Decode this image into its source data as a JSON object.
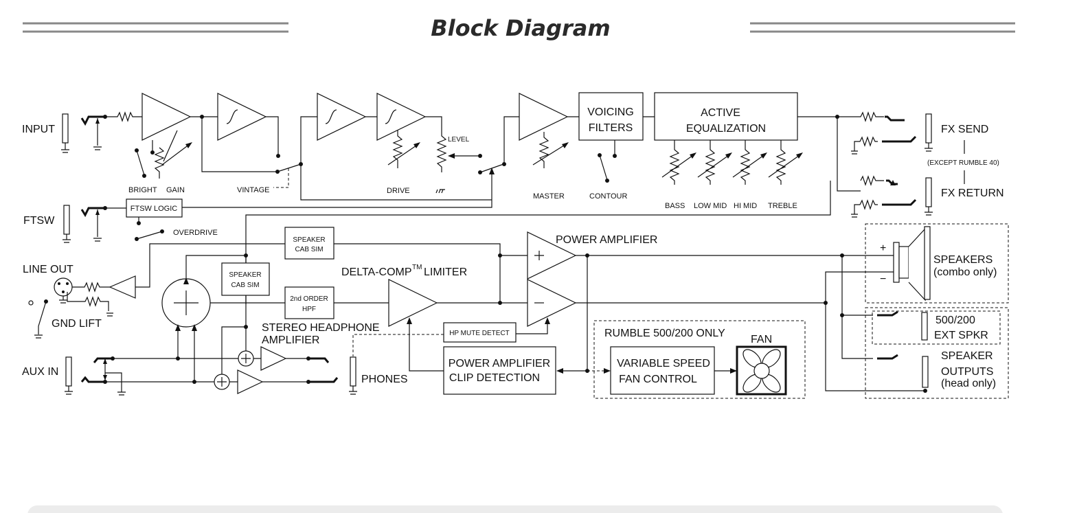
{
  "title": "Block Diagram",
  "jacks": {
    "input": "INPUT",
    "ftsw": "FTSW",
    "line_out": "LINE OUT",
    "gnd_lift": "GND LIFT",
    "aux_in": "AUX IN",
    "fx_send": "FX SEND",
    "fx_note": "(EXCEPT RUMBLE 40)",
    "fx_return": "FX RETURN",
    "phones": "PHONES"
  },
  "controls": {
    "bright": "BRIGHT",
    "gain": "GAIN",
    "vintage": "VINTAGE",
    "drive": "DRIVE",
    "level": "LEVEL",
    "master": "MASTER",
    "contour": "CONTOUR",
    "bass": "BASS",
    "low_mid": "LOW MID",
    "hi_mid": "HI MID",
    "treble": "TREBLE",
    "overdrive": "OVERDRIVE"
  },
  "blocks": {
    "voicing_1": "VOICING",
    "voicing_2": "FILTERS",
    "active_eq_1": "ACTIVE",
    "active_eq_2": "EQUALIZATION",
    "ftsw_logic": "FTSW LOGIC",
    "speaker_cab_sim_1a": "SPEAKER",
    "speaker_cab_sim_1b": "CAB SIM",
    "speaker_cab_sim_2a": "SPEAKER",
    "speaker_cab_sim_2b": "CAB SIM",
    "hpf_1": "2nd ORDER",
    "hpf_2": "HPF",
    "limiter": "DELTA-COMP",
    "limiter_tm": "TM",
    "limiter_suffix": "LIMITER",
    "power_amp": "POWER AMPLIFIER",
    "hp_mute": "HP MUTE DETECT",
    "clip_1": "POWER AMPLIFIER",
    "clip_2": "CLIP DETECTION",
    "stereo_hp_1": "STEREO HEADPHONE",
    "stereo_hp_2": "AMPLIFIER",
    "rumble_only": "RUMBLE 500/200 ONLY",
    "fan": "FAN",
    "fan_ctrl_1": "VARIABLE SPEED",
    "fan_ctrl_2": "FAN CONTROL"
  },
  "outputs": {
    "speakers_1": "SPEAKERS",
    "speakers_2": "(combo only)",
    "ext_1": "500/200",
    "ext_2": "EXT SPKR",
    "spk_out_1": "SPEAKER",
    "spk_out_2": "OUTPUTS",
    "spk_out_3": "(head only)"
  }
}
